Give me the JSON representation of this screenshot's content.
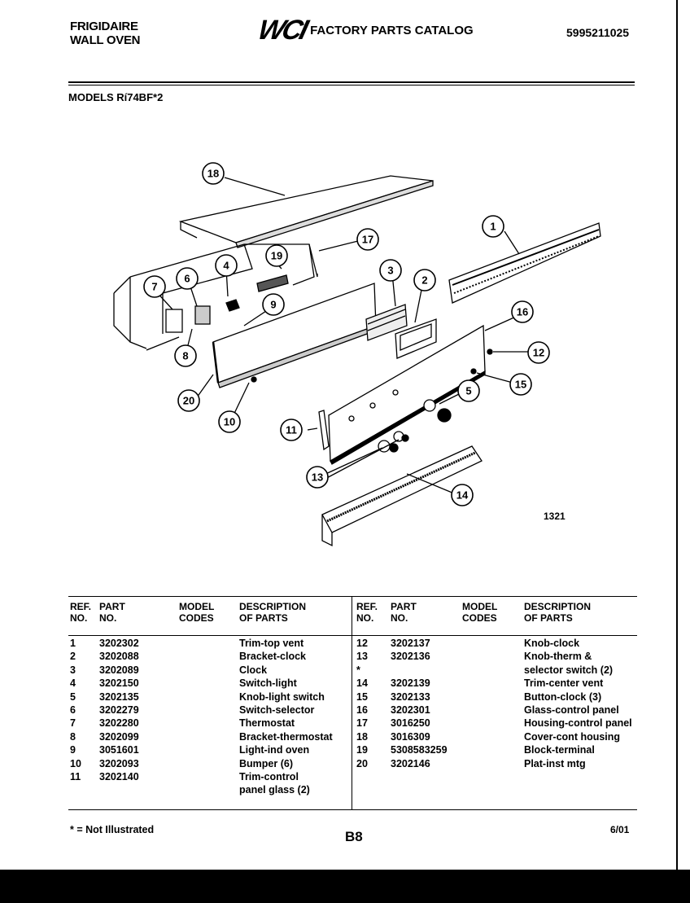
{
  "header": {
    "brand_line1": "FRIGIDAIRE",
    "brand_line2": "WALL OVEN",
    "logo": "WCI",
    "catalog_title": "FACTORY PARTS CATALOG",
    "catalog_number": "5995211025"
  },
  "models_line": "MODELS Rí74BF*2",
  "figure_number": "1321",
  "callouts": [
    "18",
    "17",
    "19",
    "4",
    "6",
    "7",
    "9",
    "8",
    "20",
    "10",
    "1",
    "3",
    "2",
    "16",
    "12",
    "15",
    "5",
    "11",
    "13",
    "14"
  ],
  "table": {
    "headers": {
      "ref_no": [
        "REF.",
        "NO."
      ],
      "part_no": [
        "PART",
        "NO."
      ],
      "model_codes": [
        "MODEL",
        "CODES"
      ],
      "description": [
        "DESCRIPTION",
        "OF PARTS"
      ]
    },
    "left_rows": [
      {
        "ref": "1",
        "part": "3202302",
        "desc": "Trim-top vent"
      },
      {
        "ref": "2",
        "part": "3202088",
        "desc": "Bracket-clock"
      },
      {
        "ref": "3",
        "part": "3202089",
        "desc": "Clock"
      },
      {
        "ref": "4",
        "part": "3202150",
        "desc": "Switch-light"
      },
      {
        "ref": "5",
        "part": "3202135",
        "desc": "Knob-light switch"
      },
      {
        "ref": "6",
        "part": "3202279",
        "desc": "Switch-selector"
      },
      {
        "ref": "7",
        "part": "3202280",
        "desc": "Thermostat"
      },
      {
        "ref": "8",
        "part": "3202099",
        "desc": "Bracket-thermostat"
      },
      {
        "ref": "9",
        "part": "3051601",
        "desc": "Light-ind oven"
      },
      {
        "ref": "10",
        "part": "3202093",
        "desc": "Bumper (6)"
      },
      {
        "ref": "11",
        "part": "3202140",
        "desc": "Trim-control"
      },
      {
        "ref": "",
        "part": "",
        "desc": "panel glass (2)"
      }
    ],
    "right_rows": [
      {
        "ref": "12",
        "part": "3202137",
        "desc": "Knob-clock"
      },
      {
        "ref": "13",
        "part": "3202136",
        "desc": "Knob-therm &"
      },
      {
        "ref": "*",
        "part": "",
        "desc": "selector switch (2)"
      },
      {
        "ref": "14",
        "part": "3202139",
        "desc": "Trim-center vent"
      },
      {
        "ref": "15",
        "part": "3202133",
        "desc": "Button-clock (3)"
      },
      {
        "ref": "16",
        "part": "3202301",
        "desc": "Glass-control panel"
      },
      {
        "ref": "17",
        "part": "3016250",
        "desc": "Housing-control panel"
      },
      {
        "ref": "18",
        "part": "3016309",
        "desc": "Cover-cont housing"
      },
      {
        "ref": "19",
        "part": "5308583259",
        "desc": "Block-terminal"
      },
      {
        "ref": "20",
        "part": "3202146",
        "desc": "Plat-inst mtg"
      }
    ]
  },
  "footer": {
    "note": "* = Not Illustrated",
    "page": "B8",
    "date": "6/01"
  }
}
